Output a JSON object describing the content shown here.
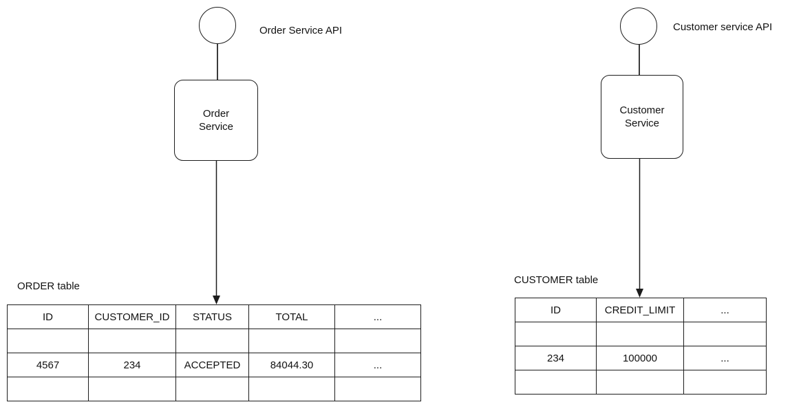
{
  "diagram": {
    "left": {
      "api_label": "Order Service API",
      "service_name_lines": [
        "Order",
        "Service"
      ],
      "table_label": "ORDER table",
      "table": {
        "headers": [
          "ID",
          "CUSTOMER_ID",
          "STATUS",
          "TOTAL",
          "..."
        ],
        "rows": [
          [
            "",
            "",
            "",
            "",
            ""
          ],
          [
            "4567",
            "234",
            "ACCEPTED",
            "84044.30",
            "..."
          ],
          [
            "",
            "",
            "",
            "",
            ""
          ]
        ]
      }
    },
    "right": {
      "api_label": "Customer service API",
      "service_name_lines": [
        "Customer",
        "Service"
      ],
      "table_label": "CUSTOMER table",
      "table": {
        "headers": [
          "ID",
          "CREDIT_LIMIT",
          "..."
        ],
        "rows": [
          [
            "",
            "",
            ""
          ],
          [
            "234",
            "100000",
            "..."
          ],
          [
            "",
            "",
            ""
          ]
        ]
      }
    },
    "colors": {
      "stroke": "#1c1c1c",
      "background": "#ffffff"
    }
  }
}
